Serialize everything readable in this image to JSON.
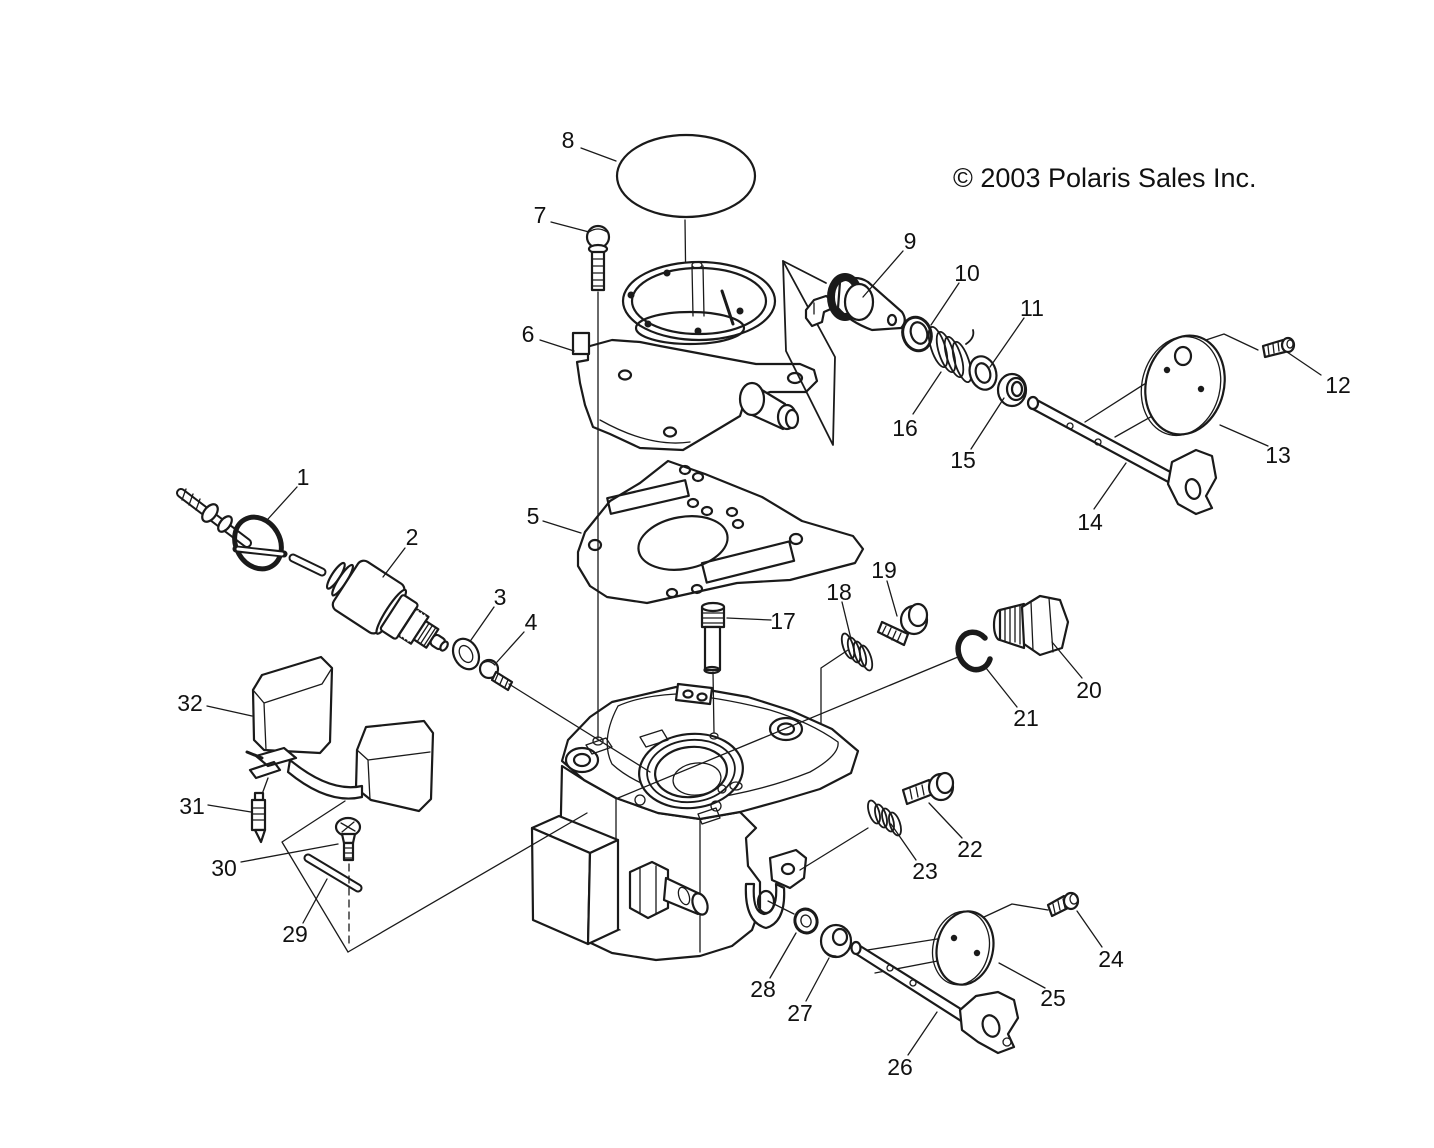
{
  "copyright": "© 2003 Polaris Sales Inc.",
  "diagram": {
    "type": "exploded-parts-diagram",
    "subject": "carburetor assembly",
    "line_color": "#1a1a1a",
    "background": "#ffffff"
  },
  "callouts": [
    {
      "label": "1"
    },
    {
      "label": "2"
    },
    {
      "label": "3"
    },
    {
      "label": "4"
    },
    {
      "label": "5"
    },
    {
      "label": "6"
    },
    {
      "label": "7"
    },
    {
      "label": "8"
    },
    {
      "label": "9"
    },
    {
      "label": "10"
    },
    {
      "label": "11"
    },
    {
      "label": "12"
    },
    {
      "label": "13"
    },
    {
      "label": "14"
    },
    {
      "label": "15"
    },
    {
      "label": "16"
    },
    {
      "label": "17"
    },
    {
      "label": "18"
    },
    {
      "label": "19"
    },
    {
      "label": "20"
    },
    {
      "label": "21"
    },
    {
      "label": "22"
    },
    {
      "label": "23"
    },
    {
      "label": "24"
    },
    {
      "label": "25"
    },
    {
      "label": "26"
    },
    {
      "label": "27"
    },
    {
      "label": "28"
    },
    {
      "label": "29"
    },
    {
      "label": "30"
    },
    {
      "label": "31"
    },
    {
      "label": "32"
    }
  ]
}
